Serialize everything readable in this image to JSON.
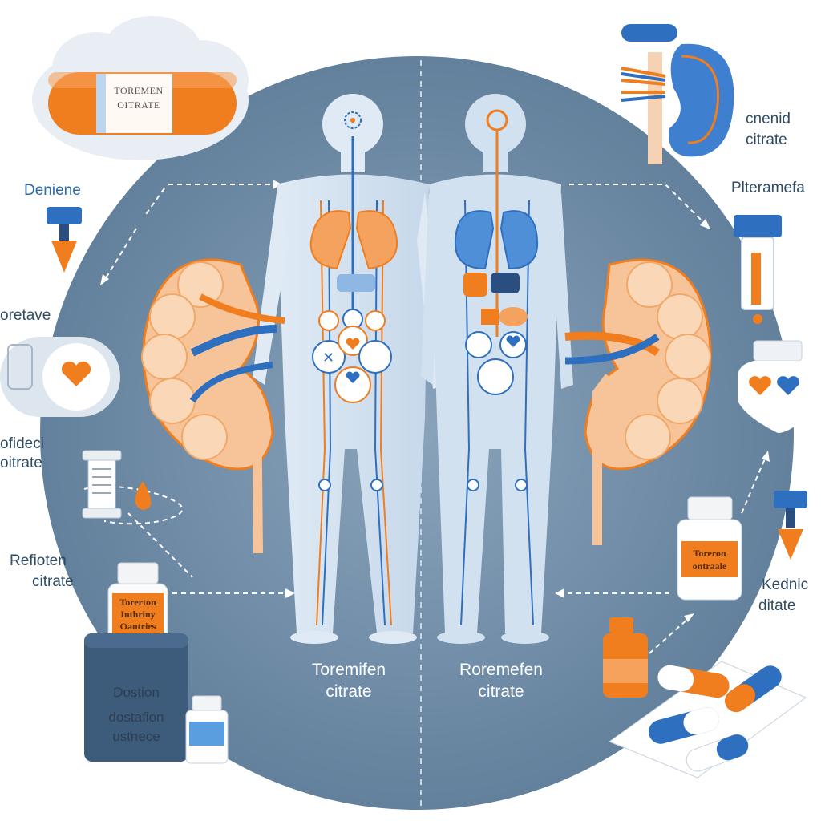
{
  "pill": {
    "line1": "TOREMEN",
    "line2": "OITRATE"
  },
  "labels": {
    "deniene": "Deniene",
    "oretave": "oretave",
    "ofideci_1": "ofideci",
    "ofideci_2": "oitrate",
    "refioten_1": "Refioten",
    "refioten_2": "citrate",
    "cnenid_1": "cnenid",
    "cnenid_2": "citrate",
    "plteramefa": "Plteramefa",
    "kednic_1": "Kednic",
    "kednic_2": "ditate"
  },
  "center": {
    "left_1": "Toremifen",
    "left_2": "citrate",
    "right_1": "Roremefen",
    "right_2": "citrate"
  },
  "box": {
    "line1": "Dostion",
    "line2": "dostafion",
    "line3": "ustnece"
  },
  "bottles": {
    "left_label_1": "Torerton",
    "left_label_2": "Inthriny",
    "left_label_3": "Oantries",
    "right_label_1": "Toreron",
    "right_label_2": "ontraale"
  },
  "colors": {
    "circle": "#6f8aa5",
    "orange": "#f07d1e",
    "blue": "#2e6fc0",
    "peach": "#f7c49a"
  }
}
